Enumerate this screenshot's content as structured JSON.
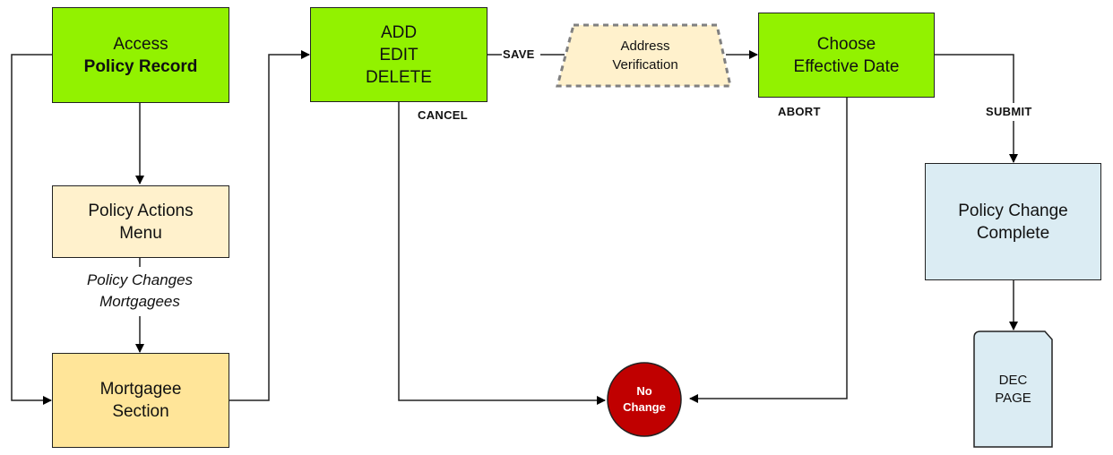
{
  "nodes": {
    "access": {
      "line1": "Access",
      "line2": "Policy Record"
    },
    "policy_actions": {
      "line1": "Policy Actions",
      "line2": "Menu"
    },
    "mortgagee_section": {
      "line1": "Mortgagee",
      "line2": "Section"
    },
    "add_edit_delete": {
      "line1": "ADD",
      "line2": "EDIT",
      "line3": "DELETE"
    },
    "address_verification": {
      "line1": "Address",
      "line2": "Verification"
    },
    "choose_date": {
      "line1": "Choose",
      "line2": "Effective Date"
    },
    "policy_change_complete": {
      "line1": "Policy Change",
      "line2": "Complete"
    },
    "dec_page": {
      "line1": "DEC",
      "line2": "PAGE"
    },
    "no_change": {
      "line1": "No",
      "line2": "Change"
    }
  },
  "edge_labels": {
    "menu_path_line1": "Policy Changes",
    "menu_path_line2": "Mortgagees",
    "save": "SAVE",
    "cancel": "CANCEL",
    "abort": "ABORT",
    "submit": "SUBMIT"
  },
  "colors": {
    "action_green": "#92f200",
    "menu_cream": "#fff1cc",
    "section_gold": "#ffe599",
    "complete_blue": "#dbecf3",
    "no_change_red": "#c00000"
  }
}
